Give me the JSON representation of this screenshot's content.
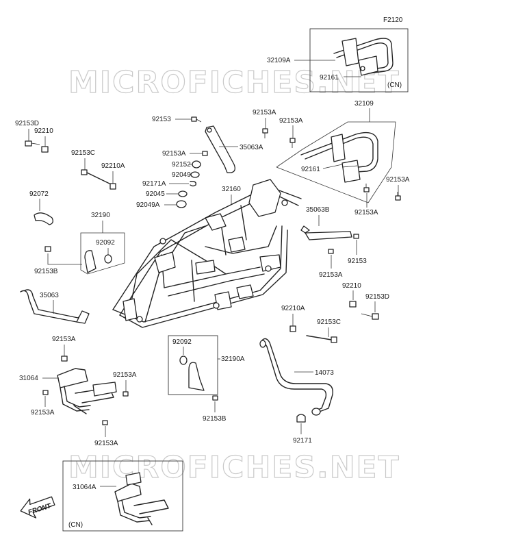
{
  "figure_code": "F2120",
  "watermark": "MICROFICHES.NET",
  "front_arrow_label": "FRONT",
  "region_note": "(CN)",
  "parts": {
    "p32109A": "32109A",
    "p92161_top": "92161",
    "p32109": "32109",
    "p92153A_1": "92153A",
    "p92153A_2": "92153A",
    "p92161": "92161",
    "p92153A_3": "92153A",
    "p92153A_4": "92153A",
    "p92153": "92153",
    "p35063A": "35063A",
    "p92153A_5": "92153A",
    "p92152": "92152",
    "p92049": "92049",
    "p92171A": "92171A",
    "p92045": "92045",
    "p92049A": "92049A",
    "p32160": "32160",
    "p92153D": "92153D",
    "p92210": "92210",
    "p92153C": "92153C",
    "p92210A": "92210A",
    "p92072": "92072",
    "p32190": "32190",
    "p92092": "92092",
    "p92153B": "92153B",
    "p35063B": "35063B",
    "p92153_r": "92153",
    "p92153A_6": "92153A",
    "p92210_r": "92210",
    "p92153D_r": "92153D",
    "p35063": "35063",
    "p92210A_r": "92210A",
    "p92153C_r": "92153C",
    "p92153A_7": "92153A",
    "p31064": "31064",
    "p92153A_8": "92153A",
    "p92153A_9": "92153A",
    "p92153A_10": "92153A",
    "p92092_b": "92092",
    "p32190A": "32190A",
    "p92153B_b": "92153B",
    "p14073": "14073",
    "p92171": "92171",
    "p31064A": "31064A"
  }
}
